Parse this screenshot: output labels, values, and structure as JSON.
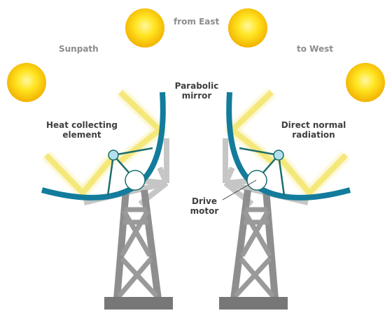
{
  "labels": {
    "from_east": "from East",
    "sunpath": "Sunpath",
    "to_west": "to West",
    "parabolic_mirror_line1": "Parabolic",
    "parabolic_mirror_line2": "mirror",
    "heat_line1": "Heat collecting",
    "heat_line2": "element",
    "direct_line1": "Direct normal",
    "direct_line2": "radiation",
    "drive_line1": "Drive",
    "drive_line2": "motor"
  },
  "colors": {
    "sun_core": "#ffee33",
    "sun_edge": "#f5b800",
    "ray": "#f5e87a",
    "ray_glow": "#fbf5c8",
    "mirror": "#137c9c",
    "receiver_arm": "#1d6e6e",
    "receiver": "#b3e0ee",
    "tower_front": "#8d8d8d",
    "tower_back": "#c4c4c4",
    "base": "#777777",
    "motor": "#ffffff",
    "label_dark": "#3f3f3f",
    "label_gray": "#8c8c8c"
  }
}
